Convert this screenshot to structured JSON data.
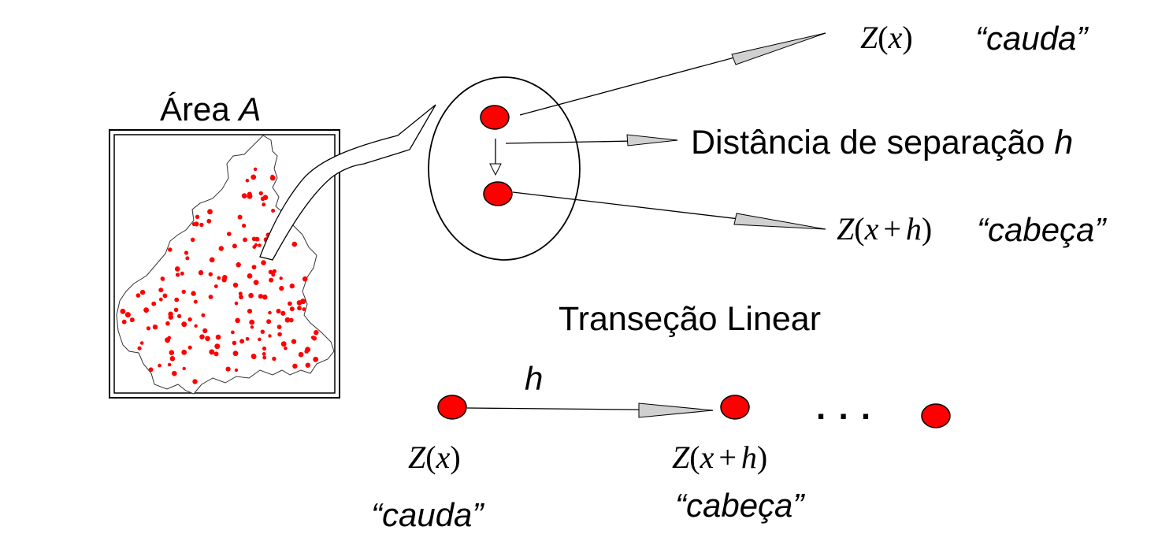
{
  "area": {
    "label": "Área",
    "var": "A"
  },
  "zoom": {
    "tail_formula": {
      "z": "Z",
      "open": "(",
      "x": "x",
      "close": ")"
    },
    "tail_label": "“cauda”",
    "distance_label": "Distância de separação",
    "distance_var": "h",
    "head_formula": {
      "z": "Z",
      "open": "(",
      "x": "x",
      "plus": "+",
      "h": "h",
      "close": ")"
    },
    "head_label": "“cabeça”"
  },
  "transect": {
    "title": "Transeção Linear",
    "step_var": "h",
    "ellipsis": ". . .",
    "tail_formula": {
      "z": "Z",
      "open": "(",
      "x": "x",
      "close": ")"
    },
    "tail_label": "“cauda”",
    "head_formula": {
      "z": "Z",
      "open": "(",
      "x": "x",
      "plus": "+",
      "h": "h",
      "close": ")"
    },
    "head_label": "“cabeça”"
  },
  "colors": {
    "point": "#ff0000",
    "line": "#000000",
    "arrowhead": "#d0d0d0"
  }
}
